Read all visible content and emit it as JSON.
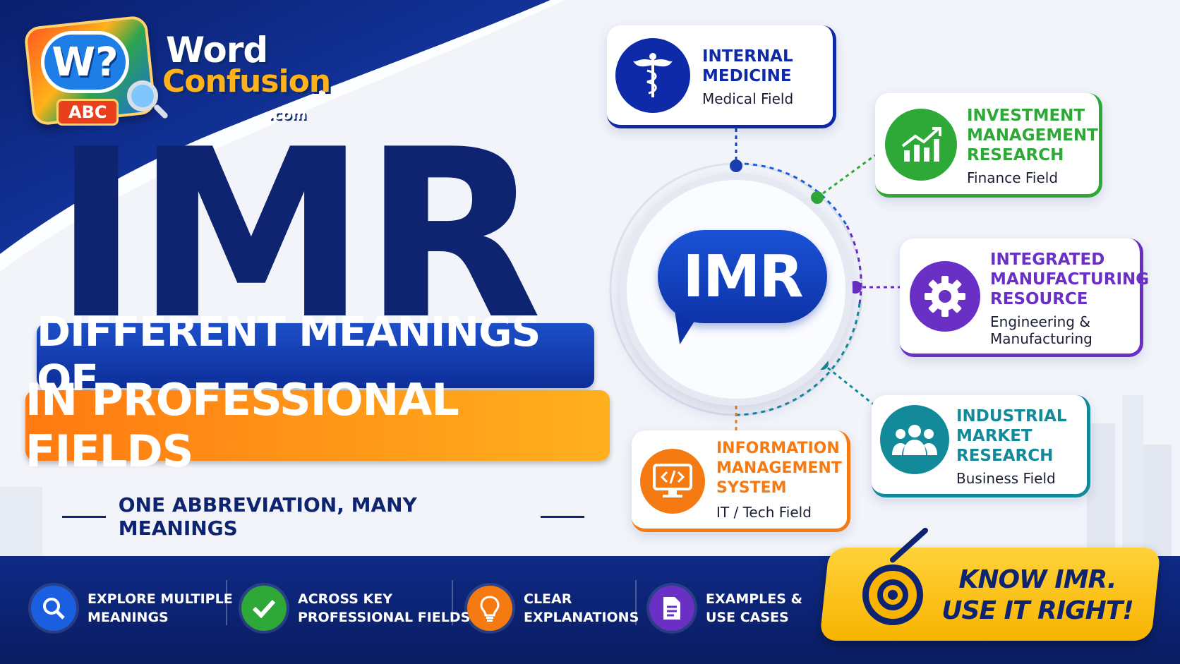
{
  "logo": {
    "badge_letter": "W?",
    "badge_abc": "ABC",
    "word": "Word",
    "confusion": "Confusion",
    "domain": ".com"
  },
  "title": {
    "main": "IMR",
    "banner_line1": "DIFFERENT MEANINGS OF",
    "banner_line2": "IN PROFESSIONAL FIELDS",
    "tagline": "ONE ABBREVIATION, MANY MEANINGS"
  },
  "diagram": {
    "center_label": "IMR",
    "cards": [
      {
        "title1": "INTERNAL",
        "title2": "MEDICINE",
        "title3": "",
        "sub1": "Medical Field",
        "sub2": "",
        "color": "#0e2aa8",
        "icon": "caduceus-icon"
      },
      {
        "title1": "INVESTMENT",
        "title2": "MANAGEMENT",
        "title3": "RESEARCH",
        "sub1": "Finance Field",
        "sub2": "",
        "color": "#2ea836",
        "icon": "growth-chart-icon"
      },
      {
        "title1": "INTEGRATED",
        "title2": "MANUFACTURING",
        "title3": "RESOURCE",
        "sub1": "Engineering &",
        "sub2": "Manufacturing",
        "color": "#6a2fc4",
        "icon": "gear-icon"
      },
      {
        "title1": "INDUSTRIAL",
        "title2": "MARKET",
        "title3": "RESEARCH",
        "sub1": "Business Field",
        "sub2": "",
        "color": "#138a99",
        "icon": "users-group-icon"
      },
      {
        "title1": "INFORMATION",
        "title2": "MANAGEMENT",
        "title3": "SYSTEM",
        "sub1": "IT / Tech Field",
        "sub2": "",
        "color": "#f57a12",
        "icon": "monitor-code-icon"
      }
    ]
  },
  "features": [
    {
      "line1": "EXPLORE MULTIPLE",
      "line2": "MEANINGS",
      "color": "#1a5fe0",
      "icon": "search-icon"
    },
    {
      "line1": "ACROSS KEY",
      "line2": "PROFESSIONAL FIELDS",
      "color": "#2ea836",
      "icon": "checkmark-icon"
    },
    {
      "line1": "CLEAR",
      "line2": "EXPLANATIONS",
      "color": "#f57a12",
      "icon": "lightbulb-icon"
    },
    {
      "line1": "EXAMPLES &",
      "line2": "USE CASES",
      "color": "#6a2fc4",
      "icon": "document-icon"
    }
  ],
  "cta": {
    "line1": "KNOW IMR.",
    "line2": "USE IT RIGHT!"
  }
}
